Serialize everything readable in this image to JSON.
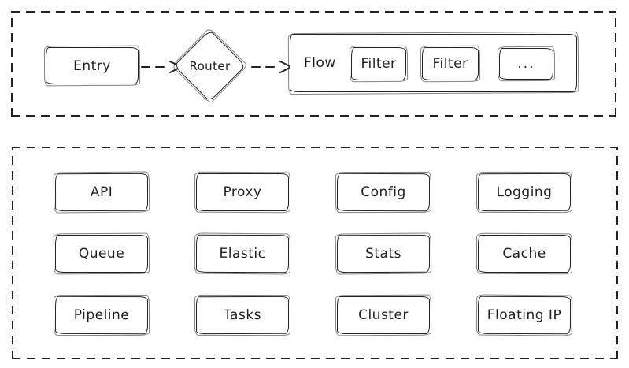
{
  "pipeline": {
    "entry_label": "Entry",
    "router_label": "Router",
    "flow": {
      "label": "Flow",
      "items": [
        {
          "label": "Filter"
        },
        {
          "label": "Filter"
        },
        {
          "label": "..."
        }
      ]
    }
  },
  "services": {
    "items": [
      {
        "label": "API"
      },
      {
        "label": "Proxy"
      },
      {
        "label": "Config"
      },
      {
        "label": "Logging"
      },
      {
        "label": "Queue"
      },
      {
        "label": "Elastic"
      },
      {
        "label": "Stats"
      },
      {
        "label": "Cache"
      },
      {
        "label": "Pipeline"
      },
      {
        "label": "Tasks"
      },
      {
        "label": "Cluster"
      },
      {
        "label": "Floating IP"
      }
    ]
  },
  "colors": {
    "stroke": "#1e1e1e",
    "background": "#ffffff"
  }
}
